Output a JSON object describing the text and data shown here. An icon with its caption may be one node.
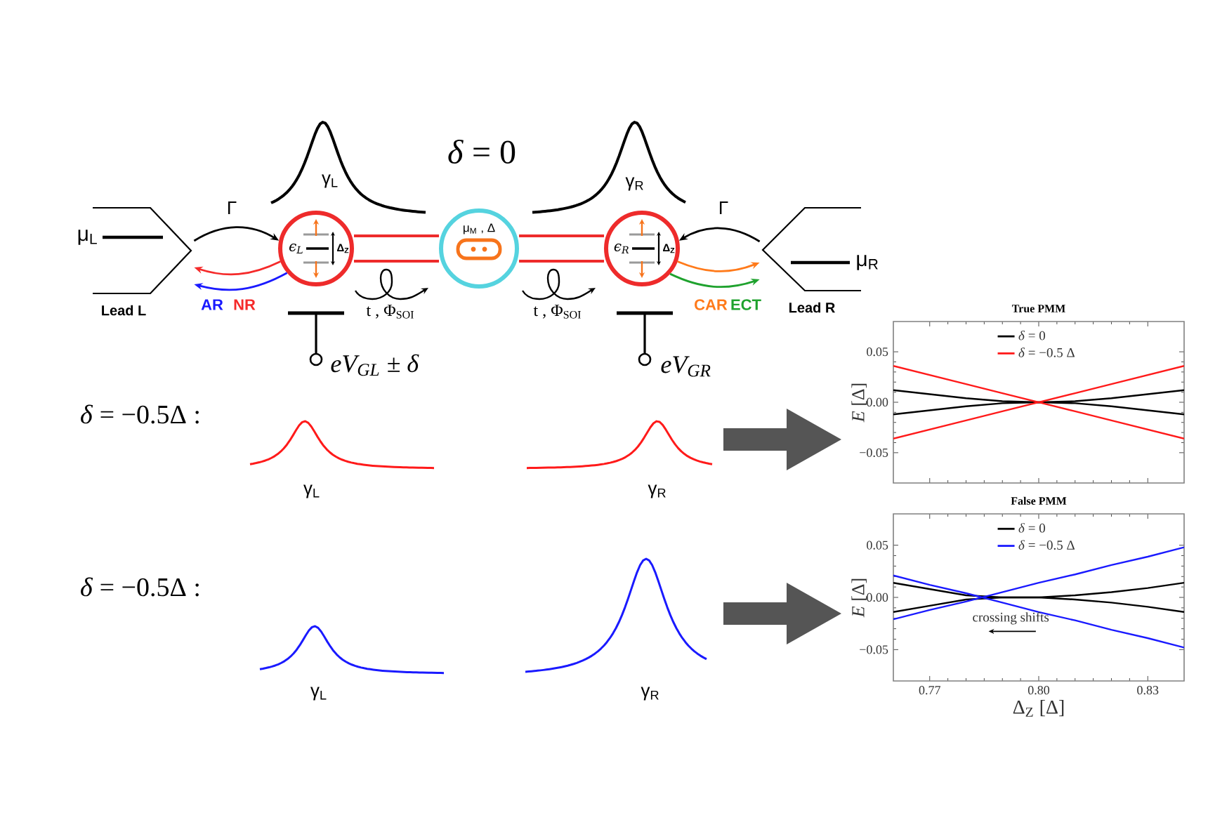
{
  "diagram": {
    "nodes": [
      {
        "text": [
          "μ$_{L}$",
          "Lead L"
        ]
      },
      {
        "text": [
          "ϵ$_{L}$",
          "Δ$_{Z}$"
        ]
      },
      {
        "text": [
          "μ$_{M}$ , Δ"
        ]
      },
      {
        "text": [
          "ϵ$_{R}$",
          "Δ$_{Z}$"
        ]
      },
      {
        "text": [
          "μ$_{R}$",
          "Lead R"
        ]
      }
    ],
    "edges": [
      {
        "from": 0,
        "to": 1,
        "arrow": "to",
        "label": "Γ"
      },
      {
        "from": 1,
        "to": 0,
        "arrow": "to",
        "label": "AR",
        "color": "#1a1aff"
      },
      {
        "from": 1,
        "to": 0,
        "arrow": "to",
        "label": "NR",
        "color": "#f52a2a"
      },
      {
        "from": 1,
        "to": 2,
        "arrow": "none",
        "color": "#ee2b2b",
        "style": "thick"
      },
      {
        "from": 2,
        "to": 3,
        "arrow": "none",
        "color": "#ee2b2b",
        "style": "thick"
      },
      {
        "from": 4,
        "to": 3,
        "arrow": "to",
        "label": "Γ"
      },
      {
        "from": 3,
        "to": 4,
        "arrow": "to",
        "label": "CAR",
        "color": "#ff7a1a"
      },
      {
        "from": 3,
        "to": 4,
        "arrow": "to",
        "label": "ECT",
        "color": "#1fa22e"
      }
    ],
    "labels": [
      "*δ* = 0",
      "γ$_{L}$",
      "γ$_{R}$",
      "t , Φ$_{SOI}$",
      "t , Φ$_{SOI}$",
      "eV$_{GL}$ ± δ",
      "eV$_{GR}$",
      "*δ* = −0.5Δ :",
      "γ$_{L}$",
      "γ$_{R}$",
      "*δ* = −0.5Δ :",
      "γ$_{L}$",
      "γ$_{R}$"
    ],
    "chart_data": [
      {
        "type": "line",
        "title": "True PMM",
        "ylabel": "*E* [Δ]",
        "x": [
          0.76,
          0.77,
          0.78,
          0.79,
          0.8,
          0.81,
          0.82,
          0.83,
          0.84
        ],
        "series": [
          {
            "name": "*δ* = 0",
            "color": "#000000",
            "values": [
              0.012,
              0.008,
              0.004,
              0.001,
              0,
              0.001,
              0.004,
              0.008,
              0.012
            ]
          },
          {
            "color": "#000000",
            "values": [
              -0.012,
              -0.008,
              -0.004,
              -0.001,
              0,
              -0.001,
              -0.004,
              -0.008,
              -0.012
            ]
          },
          {
            "name": "*δ* = −0.5 Δ",
            "color": "#ff1a1a",
            "values": [
              0.036,
              0.027,
              0.018,
              0.009,
              0,
              -0.009,
              -0.018,
              -0.027,
              -0.036
            ]
          },
          {
            "color": "#ff1a1a",
            "values": [
              -0.036,
              -0.027,
              -0.018,
              -0.009,
              0,
              0.009,
              0.018,
              0.027,
              0.036
            ]
          }
        ],
        "xlim": [
          0.76,
          0.84
        ],
        "ylim": [
          -0.08,
          0.08
        ],
        "yticks": [
          {
            "value": 0.05,
            "label": "0.05"
          },
          {
            "value": 0,
            "label": "0.00"
          },
          {
            "value": -0.05,
            "label": "−0.05"
          }
        ],
        "legend": "upper center"
      },
      {
        "type": "line",
        "title": "False PMM",
        "xlabel": "Δ$_{Z}$ [Δ]",
        "ylabel": "*E* [Δ]",
        "x": [
          0.76,
          0.77,
          0.78,
          0.79,
          0.8,
          0.81,
          0.82,
          0.83,
          0.84
        ],
        "series": [
          {
            "name": "*δ* = 0",
            "color": "#000000",
            "values": [
              0.014,
              0.008,
              0.002,
              0,
              0,
              0.002,
              0.005,
              0.009,
              0.014
            ]
          },
          {
            "color": "#000000",
            "values": [
              -0.014,
              -0.008,
              -0.002,
              0,
              0,
              -0.002,
              -0.005,
              -0.009,
              -0.014
            ]
          },
          {
            "name": "*δ* = −0.5 Δ",
            "color": "#1a1aff",
            "values": [
              0.021,
              0.012,
              0.004,
              -0.005,
              -0.014,
              -0.022,
              -0.031,
              -0.039,
              -0.048
            ]
          },
          {
            "color": "#1a1aff",
            "values": [
              -0.021,
              -0.012,
              -0.004,
              0.005,
              0.014,
              0.022,
              0.031,
              0.039,
              0.048
            ]
          }
        ],
        "xlim": [
          0.76,
          0.84
        ],
        "ylim": [
          -0.08,
          0.08
        ],
        "xticks": [
          {
            "value": 0.77,
            "label": "0.77"
          },
          {
            "value": 0.8,
            "label": "0.80"
          },
          {
            "value": 0.83,
            "label": "0.83"
          }
        ],
        "yticks": [
          {
            "value": 0.05,
            "label": "0.05"
          },
          {
            "value": 0,
            "label": "0.00"
          },
          {
            "value": -0.05,
            "label": "−0.05"
          }
        ],
        "legend": "upper center",
        "annotations": [
          "crossing shifts"
        ]
      }
    ]
  }
}
